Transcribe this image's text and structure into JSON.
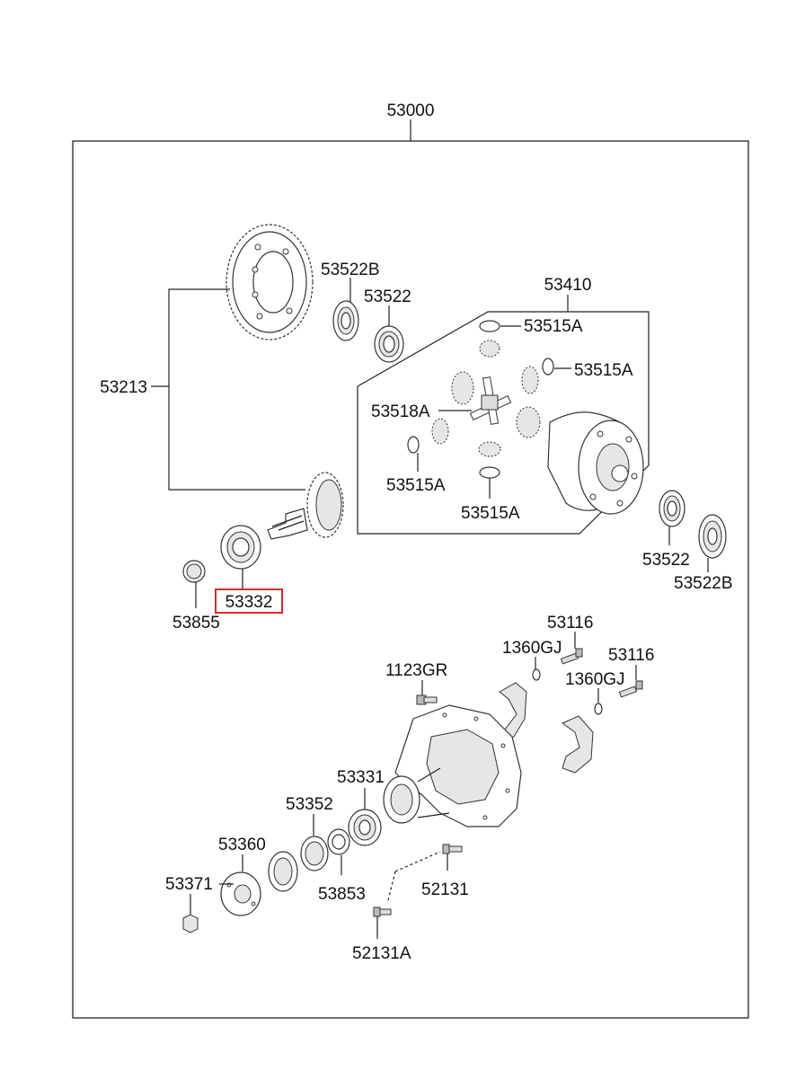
{
  "assembly": {
    "number": "53000"
  },
  "callouts": {
    "ring_pinion_set": "53213",
    "bearing_b_upper": "53522B",
    "bearing_upper": "53522",
    "diff_case_assy": "53410",
    "washer_top": "53515A",
    "washer_right": "53515A",
    "pinion_shaft": "53518A",
    "washer_left": "53515A",
    "washer_bottom": "53515A",
    "bearing_lower": "53522",
    "bearing_b_lower": "53522B",
    "pinion_bearing": "53332",
    "collapsible_spacer": "53855",
    "bolt_a": "53116",
    "washer_gj_a": "1360GJ",
    "bolt_b": "53116",
    "washer_gj_b": "1360GJ",
    "breather": "1123GR",
    "front_bearing": "53331",
    "oil_seal": "53352",
    "companion_flange": "53360",
    "pinion_nut": "53371",
    "shim": "53853",
    "stud_bolt": "52131",
    "stud_bolt_a": "52131A"
  },
  "highlight": {
    "part": "53332",
    "color": "#e3262a"
  }
}
